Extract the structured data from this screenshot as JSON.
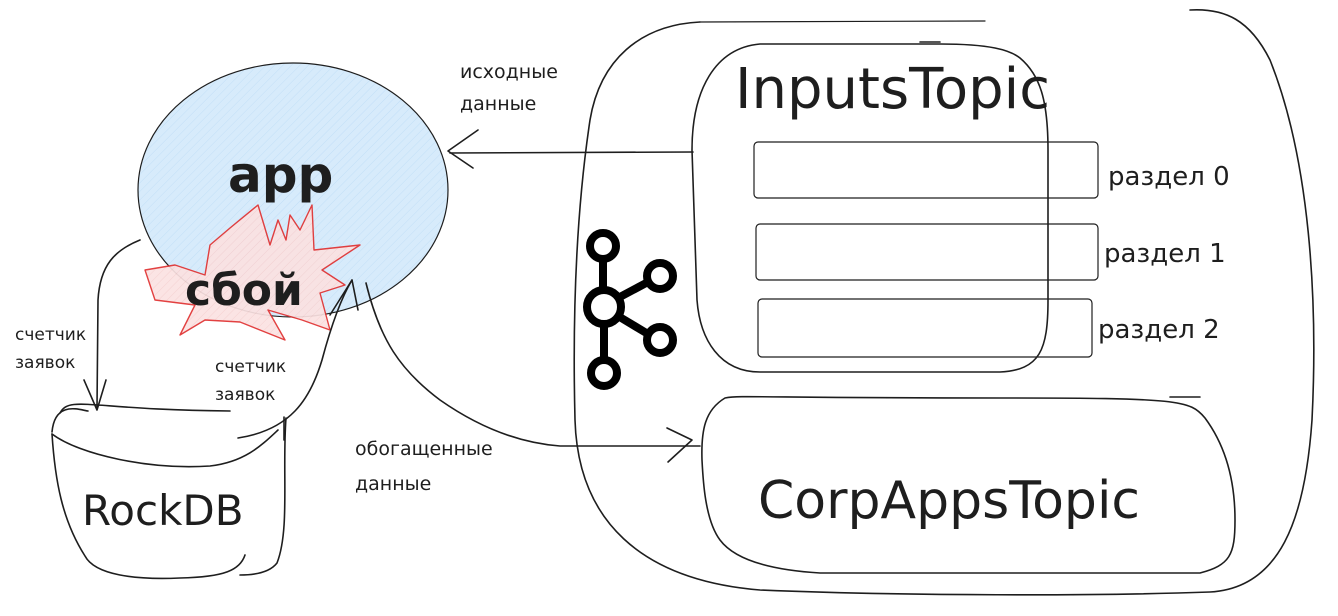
{
  "nodes": {
    "app": {
      "label": "app",
      "fill": "#d7ebfb"
    },
    "failure": {
      "label": "сбой",
      "fill": "#fbdcdc",
      "stroke": "#e03131"
    },
    "rocksdb": {
      "label": "RockDB"
    },
    "kafka_cluster": {
      "icon": "kafka-logo-icon"
    },
    "inputs_topic": {
      "label": "InputsTopic",
      "partitions": [
        {
          "label": "раздел 0"
        },
        {
          "label": "раздел 1"
        },
        {
          "label": "раздел 2"
        }
      ]
    },
    "corpapps_topic": {
      "label": "CorpAppsTopic"
    }
  },
  "edges": {
    "inputs_to_app": {
      "label_line1": "исходные",
      "label_line2": "данные"
    },
    "app_to_rocksdb": {
      "label_line1": "счетчик",
      "label_line2": "заявок"
    },
    "rocksdb_to_app": {
      "label_line1": "счетчик",
      "label_line2": "заявок"
    },
    "app_to_corpapps": {
      "label_line1": "обогащенные",
      "label_line2": "данные"
    }
  }
}
